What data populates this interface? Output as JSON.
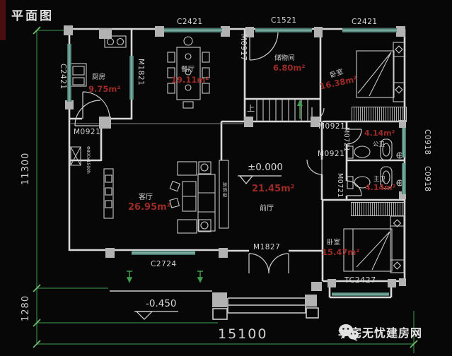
{
  "title": "平面图",
  "watermark": "华宅无忧建房网",
  "dimensions": {
    "left_total": "11300",
    "left_porch": "1280",
    "bottom_total": "15100"
  },
  "codes": {
    "c2421_a": "C2421",
    "c1521": "C1521",
    "c2421_b": "C2421",
    "c2421_left": "C2421",
    "m1821": "M1821",
    "m0917": "M0917",
    "m0921_a": "M0921",
    "m0921_b": "M0921",
    "m0921_c": "M0921",
    "m0721_a": "M0721",
    "m0721_b": "M0721",
    "c0918_a": "C0918",
    "c0918_b": "C0918",
    "m1827": "M1827",
    "c2724": "C2724",
    "tc2427": "TC2427"
  },
  "rooms": {
    "kitchen": {
      "name": "厨房",
      "area": "9.75m²"
    },
    "dining": {
      "name": "餐厅",
      "area": "19.11m²"
    },
    "storage": {
      "name": "储物间",
      "area": "6.80m²"
    },
    "bedroom1": {
      "name": "卧室",
      "area": "16.38m²"
    },
    "living": {
      "name": "客厅",
      "area": "26.95m²"
    },
    "hall": {
      "name": "前厅",
      "area": "21.45m²"
    },
    "bath1": {
      "name": "公卫",
      "area": "4.14m²"
    },
    "bath2": {
      "name": "主卫",
      "area": "4.14m²"
    },
    "bedroom2": {
      "name": "卧室",
      "area": "15.47m²"
    }
  },
  "annotations": {
    "floor_level": "±0.000",
    "porch_level": "-0.450",
    "stairs_up": "上",
    "cabinet": "装饰柜",
    "flue": "Φ800x1500h"
  },
  "colors": {
    "wall": "#d8d8d8",
    "window": "#5a9488",
    "area_text": "#9c2a26",
    "dimension": "#3f9f4f",
    "background": "#070707",
    "column": "#b2b2b2",
    "red_strip": "#4a0d10"
  }
}
